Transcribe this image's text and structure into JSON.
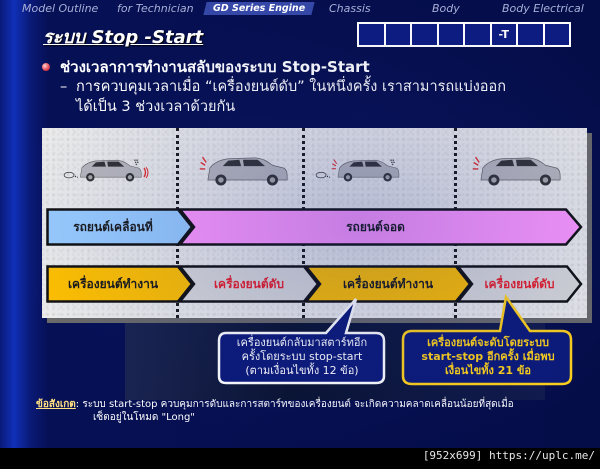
{
  "nav": {
    "items": [
      {
        "label": "Model Outline",
        "active": false
      },
      {
        "label": "for Technician",
        "active": false
      },
      {
        "label": "GD Series Engine",
        "active": true
      },
      {
        "label": "Chassis",
        "active": false
      },
      {
        "label": "Body",
        "active": false
      },
      {
        "label": "Body Electrical",
        "active": false
      }
    ]
  },
  "header": {
    "title": "ระบบ Stop -Start",
    "boxes": [
      "",
      "",
      "",
      "",
      "",
      "-T",
      "",
      ""
    ]
  },
  "content": {
    "bullet": "ช่วงเวลาการทำงานสลับของระบบ Stop-Start",
    "dash": "–",
    "sub_line1": "การควบคุมเวลาเมื่อ “เครื่องยนต์ดับ” ในหนึ่งครั้ง เราสามารถแบ่งออก",
    "sub_line2": "ได้เป็น 3 ช่วงเวลาด้วยกัน"
  },
  "diagram": {
    "cars": [
      {
        "state": "moving",
        "icons": [
          "exhaust-cloud",
          "brake-light"
        ]
      },
      {
        "state": "stopped-engine-off",
        "icons": [
          "alert-mark"
        ]
      },
      {
        "state": "restart",
        "icons": [
          "exhaust-cloud",
          "alert-mark"
        ]
      },
      {
        "state": "stopped-engine-off",
        "icons": [
          "alert-mark"
        ]
      }
    ],
    "vehicle_row": [
      {
        "label": "รถยนต์เคลื่อนที่",
        "color": "#99ccff"
      },
      {
        "label": "รถยนต์จอด",
        "color": "#ff99ff"
      }
    ],
    "engine_row": [
      {
        "label": "เครื่องยนต์ทำงาน",
        "color": "#ffc000",
        "text_color": "#1a1a1a"
      },
      {
        "label": "เครื่องยนต์ดับ",
        "color": "#d9d9d9",
        "text_color": "#e8202a"
      },
      {
        "label": "เครื่องยนต์ทำงาน",
        "color": "#ffc000",
        "text_color": "#1a1a1a"
      },
      {
        "label": "เครื่องยนต์ดับ",
        "color": "#d9d9d9",
        "text_color": "#e8202a"
      }
    ]
  },
  "callouts": [
    {
      "lines": [
        "เครื่องยนต์กลับมาสตาร์ทอีก",
        "ครั้งโดยระบบ stop-start",
        "(ตามเงื่อนไขทั้ง 12 ข้อ)"
      ],
      "border_color": "#ffffff"
    },
    {
      "lines": [
        "เครื่องยนต์จะดับโดยระบบ",
        "start-stop อีกครั้ง เมื่อพบ",
        "เงื่อนไขทั้ง 21 ข้อ"
      ],
      "border_color": "#ffd21a"
    }
  ],
  "note": {
    "label": "ข้อสังเกต",
    "line1": ": ระบบ start-stop ควบคุมการดับและการสตาร์ทของเครื่องยนต์ จะเกิดความคลาดเคลื่อนน้อยที่สุดเมื่อ",
    "line2": "เซ็ตอยู่ในโหมด  \"Long\""
  },
  "watermark": "[952x699] https://uplc.me/"
}
